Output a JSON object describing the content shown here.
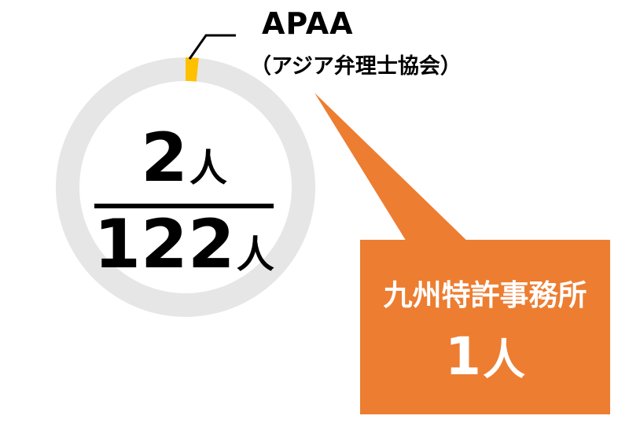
{
  "chart_data": {
    "type": "pie",
    "categories": [
      "APAA",
      ""
    ],
    "values": [
      2,
      120
    ],
    "total": 122,
    "colors": {
      "highlight": "#ffc000",
      "remainder": "#e6e6e6",
      "callout": "#ed7d31",
      "divider": "#000000"
    },
    "annotation": {
      "title": "APAA",
      "subtitle": "（アジア弁理士協会）"
    },
    "center": {
      "numerator": "2",
      "denominator": "122",
      "unit": "人"
    },
    "callout": {
      "name": "九州特許事務所",
      "count": "1",
      "unit": "人"
    }
  }
}
